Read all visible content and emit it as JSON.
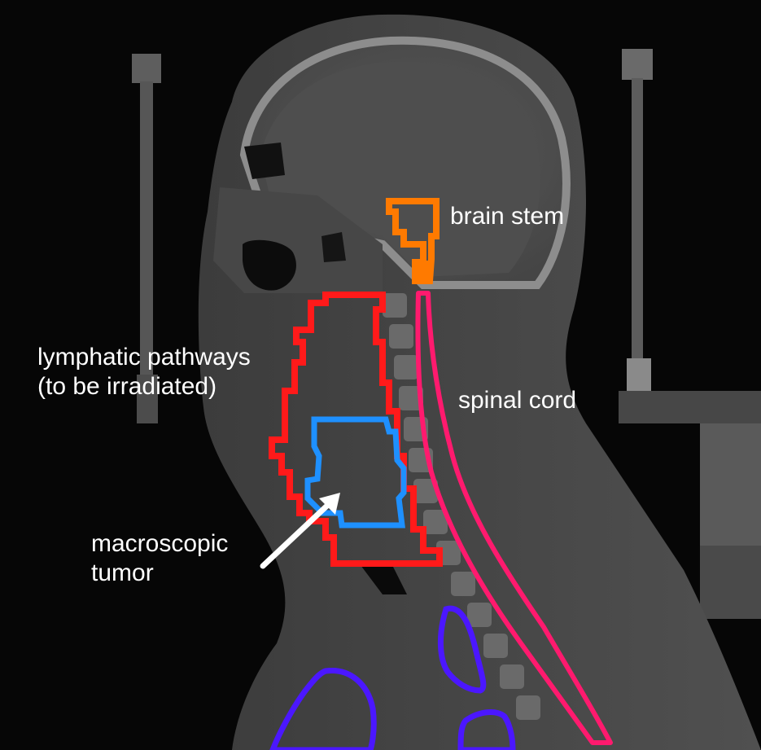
{
  "image": {
    "kind": "sagittal CT scan of head and neck with contoured structures",
    "colors": {
      "lymphatic": "#ff1a1a",
      "tumor": "#1e90ff",
      "brain_stem": "#ff7a00",
      "spinal_cord": "#ff1a6e",
      "lung_contours": "#4b17ff",
      "arrow": "#ffffff"
    }
  },
  "labels": {
    "brain_stem": "brain stem",
    "spinal_cord": "spinal cord",
    "lymphatic": {
      "line1": "lymphatic pathways",
      "line2": "(to be irradiated)"
    },
    "tumor": {
      "line1": "macroscopic",
      "line2": "tumor"
    }
  }
}
